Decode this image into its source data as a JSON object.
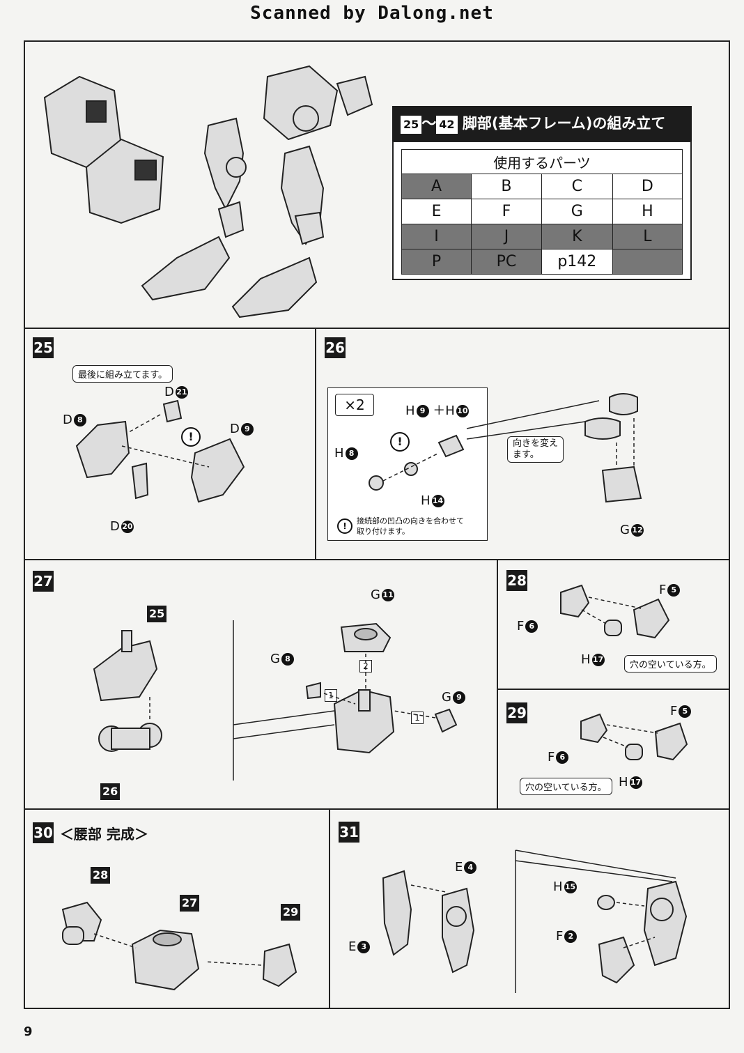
{
  "header": {
    "scan_credit": "Scanned by Dalong.net"
  },
  "page_number": "9",
  "parts_section": {
    "range_start": "25",
    "range_sep": "～",
    "range_end": "42",
    "title": "脚部(基本フレーム)の組み立て",
    "table_heading": "使用するパーツ",
    "rows": [
      [
        "A",
        "B",
        "C",
        "D"
      ],
      [
        "E",
        "F",
        "G",
        "H"
      ],
      [
        "I",
        "J",
        "K",
        "L"
      ],
      [
        "P",
        "PC",
        "p142",
        ""
      ]
    ]
  },
  "step25": {
    "number": "25",
    "callout": "最後に組み立てます。",
    "labels": {
      "d21": [
        "D",
        "21"
      ],
      "d8": [
        "D",
        "8"
      ],
      "d9": [
        "D",
        "9"
      ],
      "d20": [
        "D",
        "20"
      ]
    },
    "warning_mark": "!"
  },
  "step26": {
    "number": "26",
    "multiplier": "×2",
    "labels": {
      "h9": [
        "H",
        "9"
      ],
      "plus": "＋",
      "h10": [
        "H",
        "10"
      ],
      "h8": [
        "H",
        "8"
      ],
      "h14": [
        "H",
        "14"
      ],
      "g12": [
        "G",
        "12"
      ]
    },
    "callout": "向きを変え\nます。",
    "note": "接続部の凹凸の向きを合わせて\n取り付けます。",
    "warning_mark": "!"
  },
  "step27": {
    "number": "27",
    "sub_25": "25",
    "sub_26": "26",
    "labels": {
      "g11": [
        "G",
        "11"
      ],
      "g8": [
        "G",
        "8"
      ],
      "g9": [
        "G",
        "9"
      ]
    },
    "order": {
      "first": "1",
      "second": "2"
    }
  },
  "step28": {
    "number": "28",
    "labels": {
      "f5": [
        "F",
        "5"
      ],
      "f6": [
        "F",
        "6"
      ],
      "h17": [
        "H",
        "17"
      ]
    },
    "callout": "穴の空いている方。"
  },
  "step29": {
    "number": "29",
    "labels": {
      "f5": [
        "F",
        "5"
      ],
      "f6": [
        "F",
        "6"
      ],
      "h17": [
        "H",
        "17"
      ]
    },
    "callout": "穴の空いている方。"
  },
  "step30": {
    "number": "30",
    "title": "＜腰部 完成＞",
    "sub_28": "28",
    "sub_27": "27",
    "sub_29": "29"
  },
  "step31": {
    "number": "31",
    "labels": {
      "e4": [
        "E",
        "4"
      ],
      "e3": [
        "E",
        "3"
      ],
      "h15": [
        "H",
        "15"
      ],
      "f2": [
        "F",
        "2"
      ]
    }
  }
}
